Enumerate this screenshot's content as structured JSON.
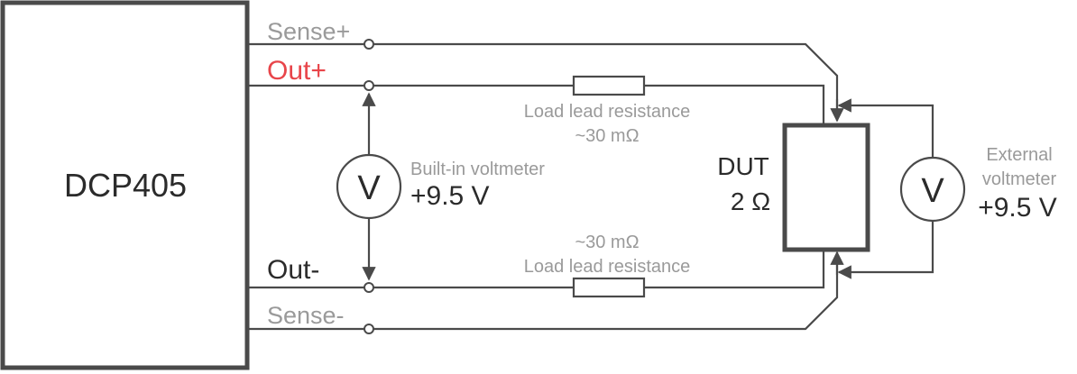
{
  "supply": {
    "name": "DCP405"
  },
  "terminals": {
    "sense_plus": "Sense+",
    "out_plus": "Out+",
    "out_minus": "Out-",
    "sense_minus": "Sense-"
  },
  "builtin_meter": {
    "symbol": "V",
    "label": "Built-in voltmeter",
    "reading": "+9.5 V"
  },
  "external_meter": {
    "symbol": "V",
    "label_line1": "External",
    "label_line2": "voltmeter",
    "reading": "+9.5 V"
  },
  "lead_top": {
    "label": "Load lead resistance",
    "value": "~30 mΩ"
  },
  "lead_bottom": {
    "label": "Load lead resistance",
    "value": "~30 mΩ"
  },
  "dut": {
    "name": "DUT",
    "value": "2 Ω"
  },
  "colors": {
    "wire": "#4a4a4a",
    "gray_text": "#9a9a9a",
    "out_plus": "#e8454a",
    "dark_text": "#2b2b2b"
  }
}
